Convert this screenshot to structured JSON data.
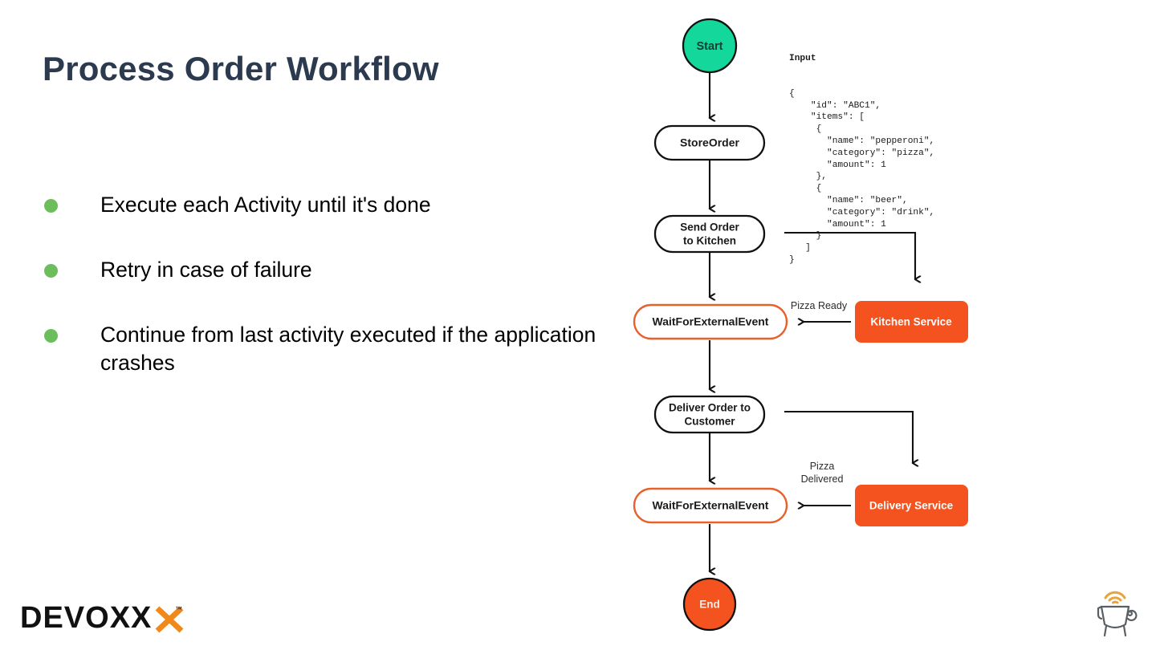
{
  "slide": {
    "title": "Process Order Workflow",
    "bullets": [
      "Execute each Activity until it's done",
      "Retry in case of failure",
      "Continue from last activity executed if the application crashes"
    ]
  },
  "diagram": {
    "nodes": {
      "start": "Start",
      "store_order": "StoreOrder",
      "send_order_line1": "Send Order",
      "send_order_line2": "to Kitchen",
      "wait_event_1": "WaitForExternalEvent",
      "deliver_line1": "Deliver Order to",
      "deliver_line2": "Customer",
      "wait_event_2": "WaitForExternalEvent",
      "end": "End",
      "kitchen_service": "Kitchen Service",
      "delivery_service": "Delivery Service"
    },
    "edge_labels": {
      "pizza_ready": "Pizza Ready",
      "pizza_delivered_line1": "Pizza",
      "pizza_delivered_line2": "Delivered"
    },
    "colors": {
      "start_fill": "#14D89B",
      "end_fill": "#F4521E",
      "service_fill": "#F4521E",
      "wait_border": "#E8602C",
      "node_border": "#111111",
      "bullet_green": "#6cbe5c",
      "title_navy": "#2b3a4f",
      "logo_orange": "#F0881A"
    }
  },
  "json_panel": {
    "label": "Input",
    "code": "{\n    \"id\": \"ABC1\",\n    \"items\": [\n     {\n       \"name\": \"pepperoni\",\n       \"category\": \"pizza\",\n       \"amount\": 1\n     },\n     {\n       \"name\": \"beer\",\n       \"category\": \"drink\",\n       \"amount\": 1\n     }\n   ]\n}"
  },
  "branding": {
    "logo_text": "DEVOXX",
    "trademark": "™"
  }
}
